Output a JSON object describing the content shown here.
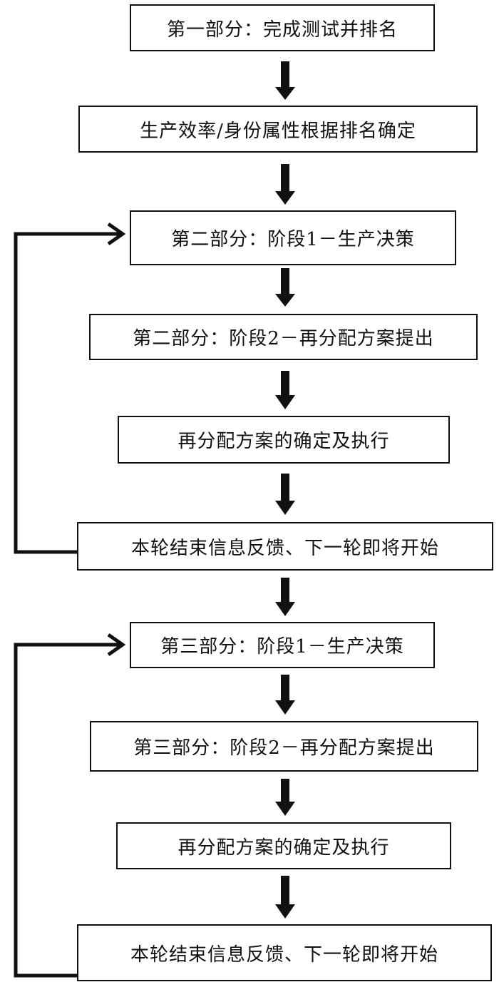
{
  "flowchart": {
    "steps": [
      "第一部分：完成测试并排名",
      "生产效率/身份属性根据排名确定",
      "第二部分：阶段1－生产决策",
      "第二部分：阶段2－再分配方案提出",
      "再分配方案的确定及执行",
      "本轮结束信息反馈、下一轮即将开始",
      "第三部分：阶段1－生产决策",
      "第三部分：阶段2－再分配方案提出",
      "再分配方案的确定及执行",
      "本轮结束信息反馈、下一轮即将开始"
    ]
  },
  "colors": {
    "line": "#111111",
    "box_border": "#111111",
    "background": "#ffffff"
  }
}
